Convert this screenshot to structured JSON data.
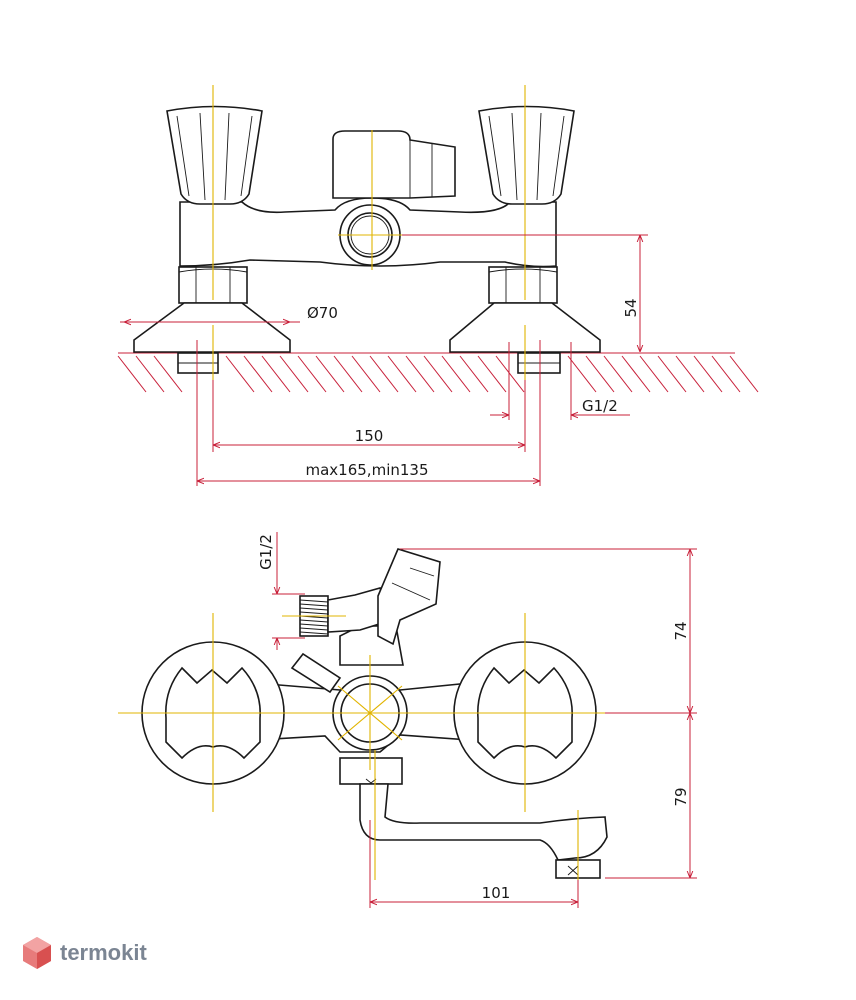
{
  "dimensions": {
    "height_54": "54",
    "diameter_70": "Ø70",
    "thread_top": "G1/2",
    "center_150": "150",
    "range": "max165,min135",
    "thread_side": "G1/2",
    "height_74": "74",
    "height_79": "79",
    "spout_101": "101"
  },
  "brand": {
    "name": "termokit",
    "logo_icon": "hexagon-cube-icon",
    "logo_color": "#e05a5a"
  },
  "colors": {
    "outline": "#1a1a1a",
    "axis": "#e1b400",
    "dimension": "#c8203a",
    "watermark": "#7b8593"
  }
}
